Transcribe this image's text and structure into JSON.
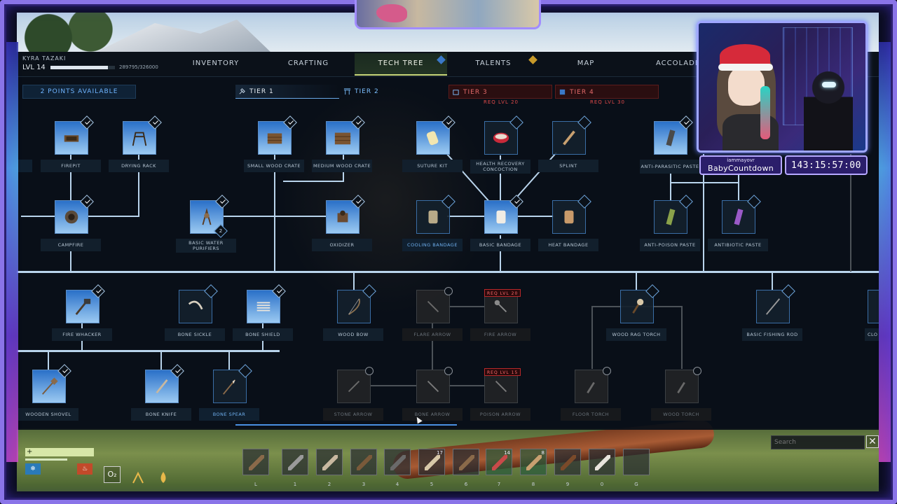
{
  "player": {
    "name": "KYRA TAZAKI",
    "level": "LVL 14",
    "xp_text": "289795/326000",
    "xp_fraction": 0.89
  },
  "tabs": [
    {
      "label": "INVENTORY"
    },
    {
      "label": "CRAFTING"
    },
    {
      "label": "TECH TREE",
      "active": true
    },
    {
      "label": "TALENTS"
    },
    {
      "label": "MAP"
    },
    {
      "label": "ACCOLADES"
    }
  ],
  "points_available": "2 POINTS AVAILABLE",
  "tiers": [
    {
      "label": "TIER 1"
    },
    {
      "label": "TIER 2"
    },
    {
      "label": "TIER 3",
      "req": "REQ LVL 20"
    },
    {
      "label": "TIER 4",
      "req": "REQ LVL 30"
    }
  ],
  "nodes": {
    "firepit": "FIREPIT",
    "drying_rack": "DRYING RACK",
    "small_wood_crate": "SMALL WOOD CRATE",
    "medium_wood_crate": "MEDIUM WOOD CRATE",
    "suture_kit": "SUTURE KIT",
    "health_recovery": "HEALTH RECOVERY CONCOCTION",
    "splint": "SPLINT",
    "anti_parasitic": "ANTI-PARASITIC PASTE",
    "campfire": "CAMPFIRE",
    "water_purifiers": "BASIC WATER PURIFIERS",
    "water_purifiers_count": "2",
    "oxidizer": "OXIDIZER",
    "cooling_bandage": "COOLING BANDAGE",
    "basic_bandage": "BASIC BANDAGE",
    "heat_bandage": "HEAT BANDAGE",
    "anti_poison": "ANTI-POISON PASTE",
    "antibiotic": "ANTIBIOTIC PASTE",
    "fire_whacker": "FIRE WHACKER",
    "bone_sickle": "BONE SICKLE",
    "bone_shield": "BONE SHIELD",
    "wood_bow": "WOOD BOW",
    "flare_arrow": "FLARE ARROW",
    "fire_arrow": "FIRE ARROW",
    "fire_arrow_req": "REQ LVL",
    "fire_arrow_req_num": "20",
    "wood_rag_torch": "WOOD RAG TORCH",
    "basic_fishing_rod": "BASIC FISHING ROD",
    "partial_right": "CLO",
    "wooden_shovel": "WOODEN SHOVEL",
    "bone_knife": "BONE KNIFE",
    "bone_spear": "BONE SPEAR",
    "stone_arrow": "STONE ARROW",
    "bone_arrow": "BONE ARROW",
    "poison_arrow": "POISON ARROW",
    "poison_arrow_req": "REQ LVL",
    "poison_arrow_req_num": "15",
    "floor_torch": "FLOOR TORCH",
    "wood_torch": "WOOD TORCH"
  },
  "hotbar": [
    {
      "key": "L",
      "qty": ""
    },
    {
      "key": "1",
      "qty": ""
    },
    {
      "key": "2",
      "qty": ""
    },
    {
      "key": "3",
      "qty": ""
    },
    {
      "key": "4",
      "qty": ""
    },
    {
      "key": "5",
      "qty": "17"
    },
    {
      "key": "6",
      "qty": ""
    },
    {
      "key": "7",
      "qty": "14"
    },
    {
      "key": "8",
      "qty": "8"
    },
    {
      "key": "9",
      "qty": ""
    },
    {
      "key": "0",
      "qty": ""
    },
    {
      "key": "G",
      "qty": ""
    }
  ],
  "hud": {
    "o2": "O₂"
  },
  "search": {
    "placeholder": "Search"
  },
  "close_symbol": "✕",
  "stream": {
    "name_small": "iammayovr",
    "name_big": "BabyCountdown",
    "timer": "143:15:57:00"
  },
  "colors": {
    "accent_blue": "#6fb4ff",
    "locked_red": "#e04a4a",
    "overlay_purple": "#8a74e8"
  }
}
